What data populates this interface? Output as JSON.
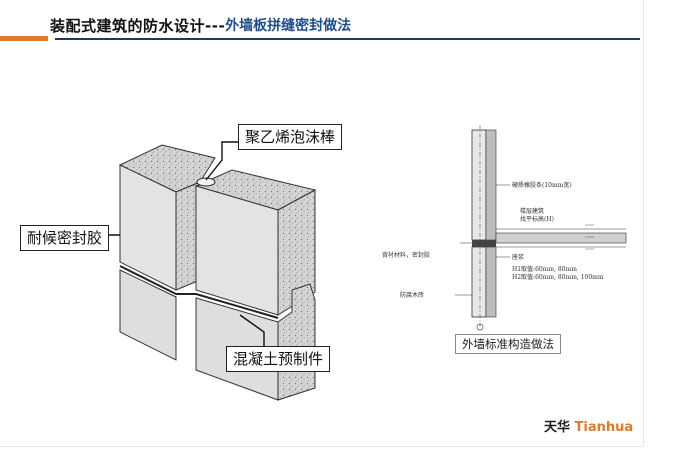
{
  "header": {
    "title_main": "装配式建筑的防水设计---",
    "title_sub": "外墙板拼缝密封做法"
  },
  "labels": {
    "foam_rod": "聚乙烯泡沫棒",
    "sealant": "耐候密封胶",
    "precast": "混凝土预制件"
  },
  "detail": {
    "caption": "外墙标准构造做法",
    "notes": {
      "n1": "硬质橡胶条(10mm宽)",
      "n2a": "楼层建筑",
      "n2b": "找平标高(H)",
      "n3": "背衬材料，密封胶",
      "n4": "座浆",
      "n5a": "H1取值:60mm, 80mm",
      "n5b": "H2取值:60mm, 80mm, 100mm",
      "n6": "防腐木砖"
    }
  },
  "brand": {
    "cn": "天华",
    "en": "Tianhua"
  },
  "colors": {
    "accent": "#e07b2c",
    "title_blue": "#1f4e8c",
    "rule": "#1f3a60"
  }
}
